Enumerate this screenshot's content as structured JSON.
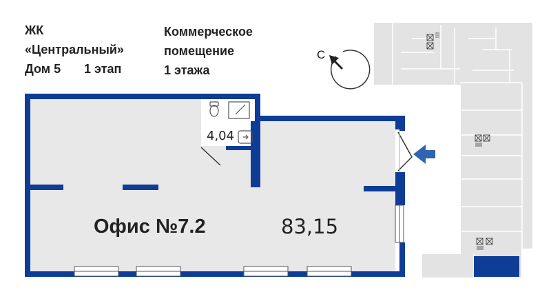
{
  "header": {
    "complex_line1": "ЖК",
    "complex_line2": "«Центральный»",
    "building": "Дом 5",
    "stage": "1 этап",
    "type_line1": "Коммерческое",
    "type_line2": "помещение",
    "floors": "1 этажа"
  },
  "compass": {
    "label": "С"
  },
  "plan": {
    "office_title": "Офис №7.2",
    "office_area": "83,15",
    "wc_area": "4,04"
  },
  "colors": {
    "wall": "#0d3d96",
    "floor": "#e8e8e8",
    "key_plan": "#e3e3e3",
    "highlight": "#0d3d96",
    "arrow": "#2e64b0"
  }
}
